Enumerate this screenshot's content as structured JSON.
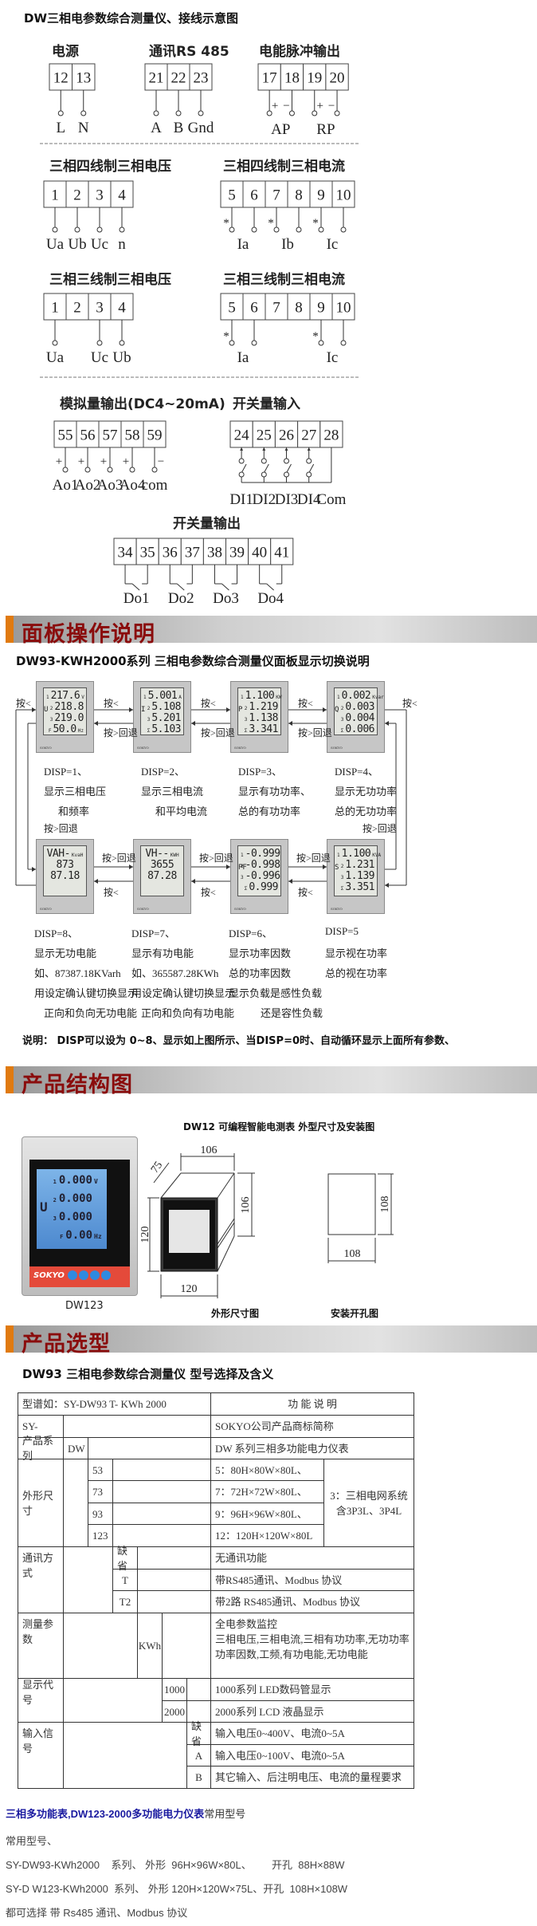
{
  "wiring": {
    "title": "DW三相电参数综合测量仪、接线示意图",
    "power": {
      "title": "电源",
      "terminals": [
        "12",
        "13"
      ],
      "labels": [
        "L",
        "N"
      ]
    },
    "rs485": {
      "title": "通讯RS 485",
      "terminals": [
        "21",
        "22",
        "23"
      ],
      "labels": [
        "A",
        "B",
        "Gnd"
      ]
    },
    "pulse": {
      "title": "电能脉冲输出",
      "terminals": [
        "17",
        "18",
        "19",
        "20"
      ],
      "signs": [
        "+",
        "−",
        "+",
        "−"
      ],
      "labels": [
        "AP",
        "RP"
      ]
    },
    "v4": {
      "title": "三相四线制三相电压",
      "terminals": [
        "1",
        "2",
        "3",
        "4"
      ],
      "labels": [
        "Ua",
        "Ub",
        "Uc",
        "n"
      ]
    },
    "i4": {
      "title": "三相四线制三相电流",
      "terminals": [
        "5",
        "6",
        "7",
        "8",
        "9",
        "10"
      ],
      "labels": [
        "Ia",
        "Ib",
        "Ic"
      ],
      "mark": "*"
    },
    "v3": {
      "title": "三相三线制三相电压",
      "terminals": [
        "1",
        "2",
        "3",
        "4"
      ],
      "labels": [
        "Ua",
        "Uc",
        "Ub"
      ]
    },
    "i3": {
      "title": "三相三线制三相电流",
      "terminals": [
        "5",
        "6",
        "7",
        "8",
        "9",
        "10"
      ],
      "labels": [
        "Ia",
        "Ic"
      ],
      "mark": "*"
    },
    "ao": {
      "title": "模拟量输出(DC4~20mA)",
      "terminals": [
        "55",
        "56",
        "57",
        "58",
        "59"
      ],
      "signs": [
        "+",
        "+",
        "+",
        "+",
        "−"
      ],
      "labels": [
        "Ao1",
        "Ao2",
        "Ao3",
        "Ao4",
        "com"
      ]
    },
    "di": {
      "title": "开关量输入",
      "terminals": [
        "24",
        "25",
        "26",
        "27",
        "28"
      ],
      "labels": [
        "DI1",
        "DI2",
        "DI3",
        "DI4",
        "Com"
      ]
    },
    "do": {
      "title": "开关量输出",
      "terminals": [
        "34",
        "35",
        "36",
        "37",
        "38",
        "39",
        "40",
        "41"
      ],
      "labels": [
        "Do1",
        "Do2",
        "Do3",
        "Do4"
      ]
    }
  },
  "panel": {
    "banner": "面板操作说明",
    "subtitle": "DW93-KWH2000系列 三相电参数综合测量仪面板显示切换说明",
    "forward": "按<",
    "back": "按>回退",
    "brand": "SOKYO",
    "meters": [
      {
        "letter": "U",
        "unit": "V",
        "lines": [
          {
            "n": "1",
            "v": "217.6"
          },
          {
            "n": "2",
            "v": "218.8"
          },
          {
            "n": "3",
            "v": "219.0"
          },
          {
            "n": "F",
            "v": "50.0",
            "u": "Hz"
          }
        ],
        "caption": [
          "DISP=1、",
          "显示三相电压",
          "和频率"
        ]
      },
      {
        "letter": "I",
        "unit": "A",
        "lines": [
          {
            "n": "1",
            "v": "5.001"
          },
          {
            "n": "2",
            "v": "5.108"
          },
          {
            "n": "3",
            "v": "5.201"
          },
          {
            "n": "Σ",
            "v": "5.103"
          }
        ],
        "caption": [
          "DISP=2、",
          "显示三相电流",
          "和平均电流"
        ]
      },
      {
        "letter": "P",
        "unit": "KW",
        "lines": [
          {
            "n": "1",
            "v": "1.100"
          },
          {
            "n": "2",
            "v": "1.219"
          },
          {
            "n": "3",
            "v": "1.138"
          },
          {
            "n": "Σ",
            "v": "3.341"
          }
        ],
        "caption": [
          "DISP=3、",
          "显示有功功率、",
          "总的有功功率"
        ]
      },
      {
        "letter": "Q",
        "unit": "Kvar",
        "lines": [
          {
            "n": "1",
            "v": "0.002"
          },
          {
            "n": "2",
            "v": "0.003"
          },
          {
            "n": "3",
            "v": "0.004"
          },
          {
            "n": "Σ",
            "v": "0.006"
          }
        ],
        "caption": [
          "DISP=4、",
          "显示无功功率",
          "总的无功功率"
        ]
      },
      {
        "letter": "",
        "unit": "KvaH",
        "lines": [
          {
            "n": "",
            "v": "VAH-"
          },
          {
            "n": "",
            "v": "873"
          },
          {
            "n": "",
            "v": "87.18"
          }
        ],
        "caption": [
          "DISP=8、",
          "显示无功电能",
          "如、87387.18KVarh",
          "用设定确认键切换显示",
          "正向和负向无功电能"
        ]
      },
      {
        "letter": "",
        "unit": "KWH",
        "lines": [
          {
            "n": "",
            "v": "VH--"
          },
          {
            "n": "",
            "v": "3655"
          },
          {
            "n": "",
            "v": "87.28"
          }
        ],
        "caption": [
          "DISP=7、",
          "显示有功电能",
          "如、365587.28KWh",
          "用设定确认键切换显示",
          "正向和负向有功电能"
        ]
      },
      {
        "letter": "PF",
        "unit": "",
        "lines": [
          {
            "n": "1",
            "v": "-0.999"
          },
          {
            "n": "2",
            "v": "-0.998"
          },
          {
            "n": "3",
            "v": "-0.996"
          },
          {
            "n": "Σ",
            "v": "0.999"
          }
        ],
        "caption": [
          "DISP=6、",
          "显示功率因数",
          "总的功率因数",
          "显示负载是感性负载",
          "还是容性负载"
        ]
      },
      {
        "letter": "S",
        "unit": "KVA",
        "lines": [
          {
            "n": "1",
            "v": "1.100"
          },
          {
            "n": "2",
            "v": "1.231"
          },
          {
            "n": "3",
            "v": "1.139"
          },
          {
            "n": "Σ",
            "v": "3.351"
          }
        ],
        "caption": [
          "DISP=5",
          "显示视在功率",
          "总的视在功率"
        ]
      }
    ],
    "note": "说明：  DISP可以设为 0~8、显示如上图所示、当DISP=0时、自动循环显示上面所有参数、"
  },
  "structure": {
    "banner": "产品结构图",
    "title": "DW12  可编程智能电测表 外型尺寸及安装图",
    "device_label": "DW123",
    "device_brand": "SOKYO",
    "device_lcd": [
      {
        "n": "1",
        "v": "0.000",
        "u": "V"
      },
      {
        "n": "2",
        "v": "0.000",
        "u": ""
      },
      {
        "n": "3",
        "v": "0.000",
        "u": ""
      },
      {
        "n": "F",
        "v": "0.00",
        "u": "Hz"
      }
    ],
    "device_letter": "U",
    "dims": {
      "front_w": "120",
      "front_h": "120",
      "back_w": "106",
      "back_h": "106",
      "depth": "75",
      "cut_w": "108",
      "cut_h": "108"
    },
    "outline_caption": "外形尺寸图",
    "cutout_caption": "安装开孔图"
  },
  "selection": {
    "banner": "产品选型",
    "subtitle": "DW93  三相电参数综合测量仪  型号选择及含义",
    "cells": [
      "型谱如：SY-DW93 T- KWh  2000",
      "功 能 说 明",
      "SY-",
      "SOKYO公司产品商标简称",
      "产品系列",
      "DW",
      "DW 系列三相多功能电力仪表",
      "外形尺寸",
      "53",
      "5：80H×80W×80L、",
      "73",
      "7：72H×72W×80L、",
      "93",
      "9：96H×96W×80L、",
      "123",
      "12：120H×120W×80L",
      "3：三相电网系统\n含3P3L、3P4L",
      "通讯方式",
      "缺省",
      "无通讯功能",
      "T",
      "带RS485通讯、Modbus 协议",
      "T2",
      "带2路  RS485通讯、Modbus 协议",
      "测量参数\n\n\n显示代号",
      "KWh",
      "全电参数监控\n三相电压,三相电流,三相有功功率,无功功率\n功率因数,工频,有功电能,无功电能",
      "1000",
      "1000系列 LED数码管显示",
      "2000",
      "2000系列 LCD  液晶显示",
      "输入信号",
      "缺省",
      "输入电压0~400V、电流0~5A",
      "A",
      "输入电压0~100V、电流0~5A",
      "B",
      "其它输入、后注明电压、电流的量程要求"
    ]
  },
  "footer": {
    "headline_link": "三相多功能表,DW123-2000多功能电力仪表",
    "headline_suffix": "常用型号",
    "lines": [
      "常用型号、",
      "SY-DW93-KWh2000    系列、 外形  96H×96W×80L、       开孔  88H×88W",
      "SY-D W123-KWh2000  系列、 外形 120H×120W×75L、开孔  108H×108W",
      "都可选择 带 Rs485 通讯、Modbus 协议"
    ]
  },
  "colors": {
    "banner_text": "#8a0c0c",
    "banner_accent": "#e07a10",
    "link": "#1a1aa0"
  }
}
